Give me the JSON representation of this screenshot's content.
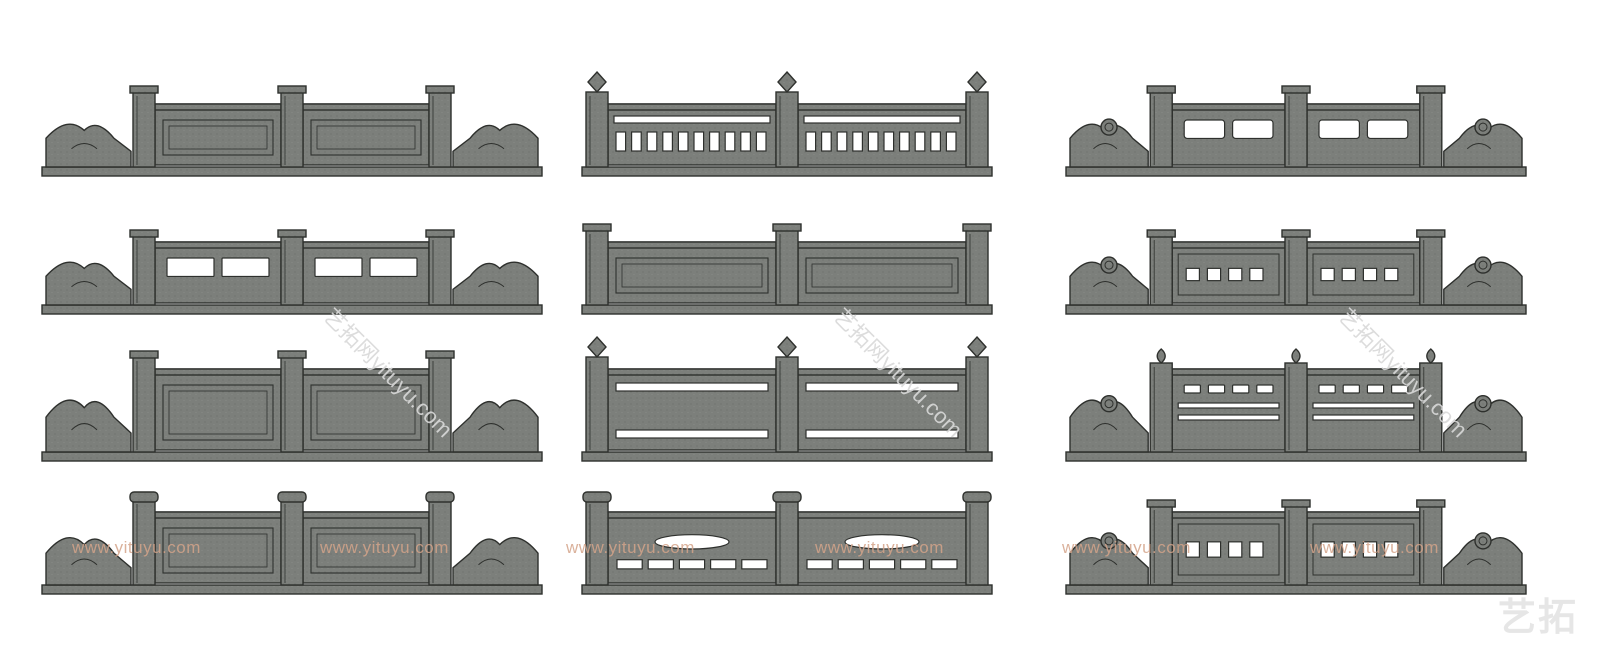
{
  "canvas": {
    "background": "#ffffff",
    "stone_fill": "#7c7f7b",
    "stone_dark": "#5d605c",
    "stone_light": "#9a9d99",
    "outline": "#2e302d",
    "opening": "#ffffff"
  },
  "railings": [
    {
      "id": "r1",
      "style": "panel posts with carved cloud end-blocks"
    },
    {
      "id": "r2",
      "style": "square posts with diamond caps, vertical bars"
    },
    {
      "id": "r3",
      "style": "round-cap posts with scroll ends, oval openings"
    },
    {
      "id": "r4",
      "style": "low rail with cloud end-blocks, rectangular openings"
    },
    {
      "id": "r5",
      "style": "capped posts, panel with carved medallions"
    },
    {
      "id": "r6",
      "style": "scroll ends with fretwork panels"
    },
    {
      "id": "r7",
      "style": "tall posts with bracket motifs, carved panels"
    },
    {
      "id": "r8",
      "style": "diamond-cap posts with horizontal openings"
    },
    {
      "id": "r9",
      "style": "finial posts with baluster rails"
    },
    {
      "id": "r10",
      "style": "capped posts on long base with cloud ends"
    },
    {
      "id": "r11",
      "style": "drum posts with openwork carved panels"
    },
    {
      "id": "r12",
      "style": "scroll ends with fretwork and lattice panels"
    }
  ],
  "watermarks": {
    "url_text": "www.yituyu.com",
    "diagonal_text": "艺拓网yituyu.com",
    "logo_text": "艺拓"
  }
}
